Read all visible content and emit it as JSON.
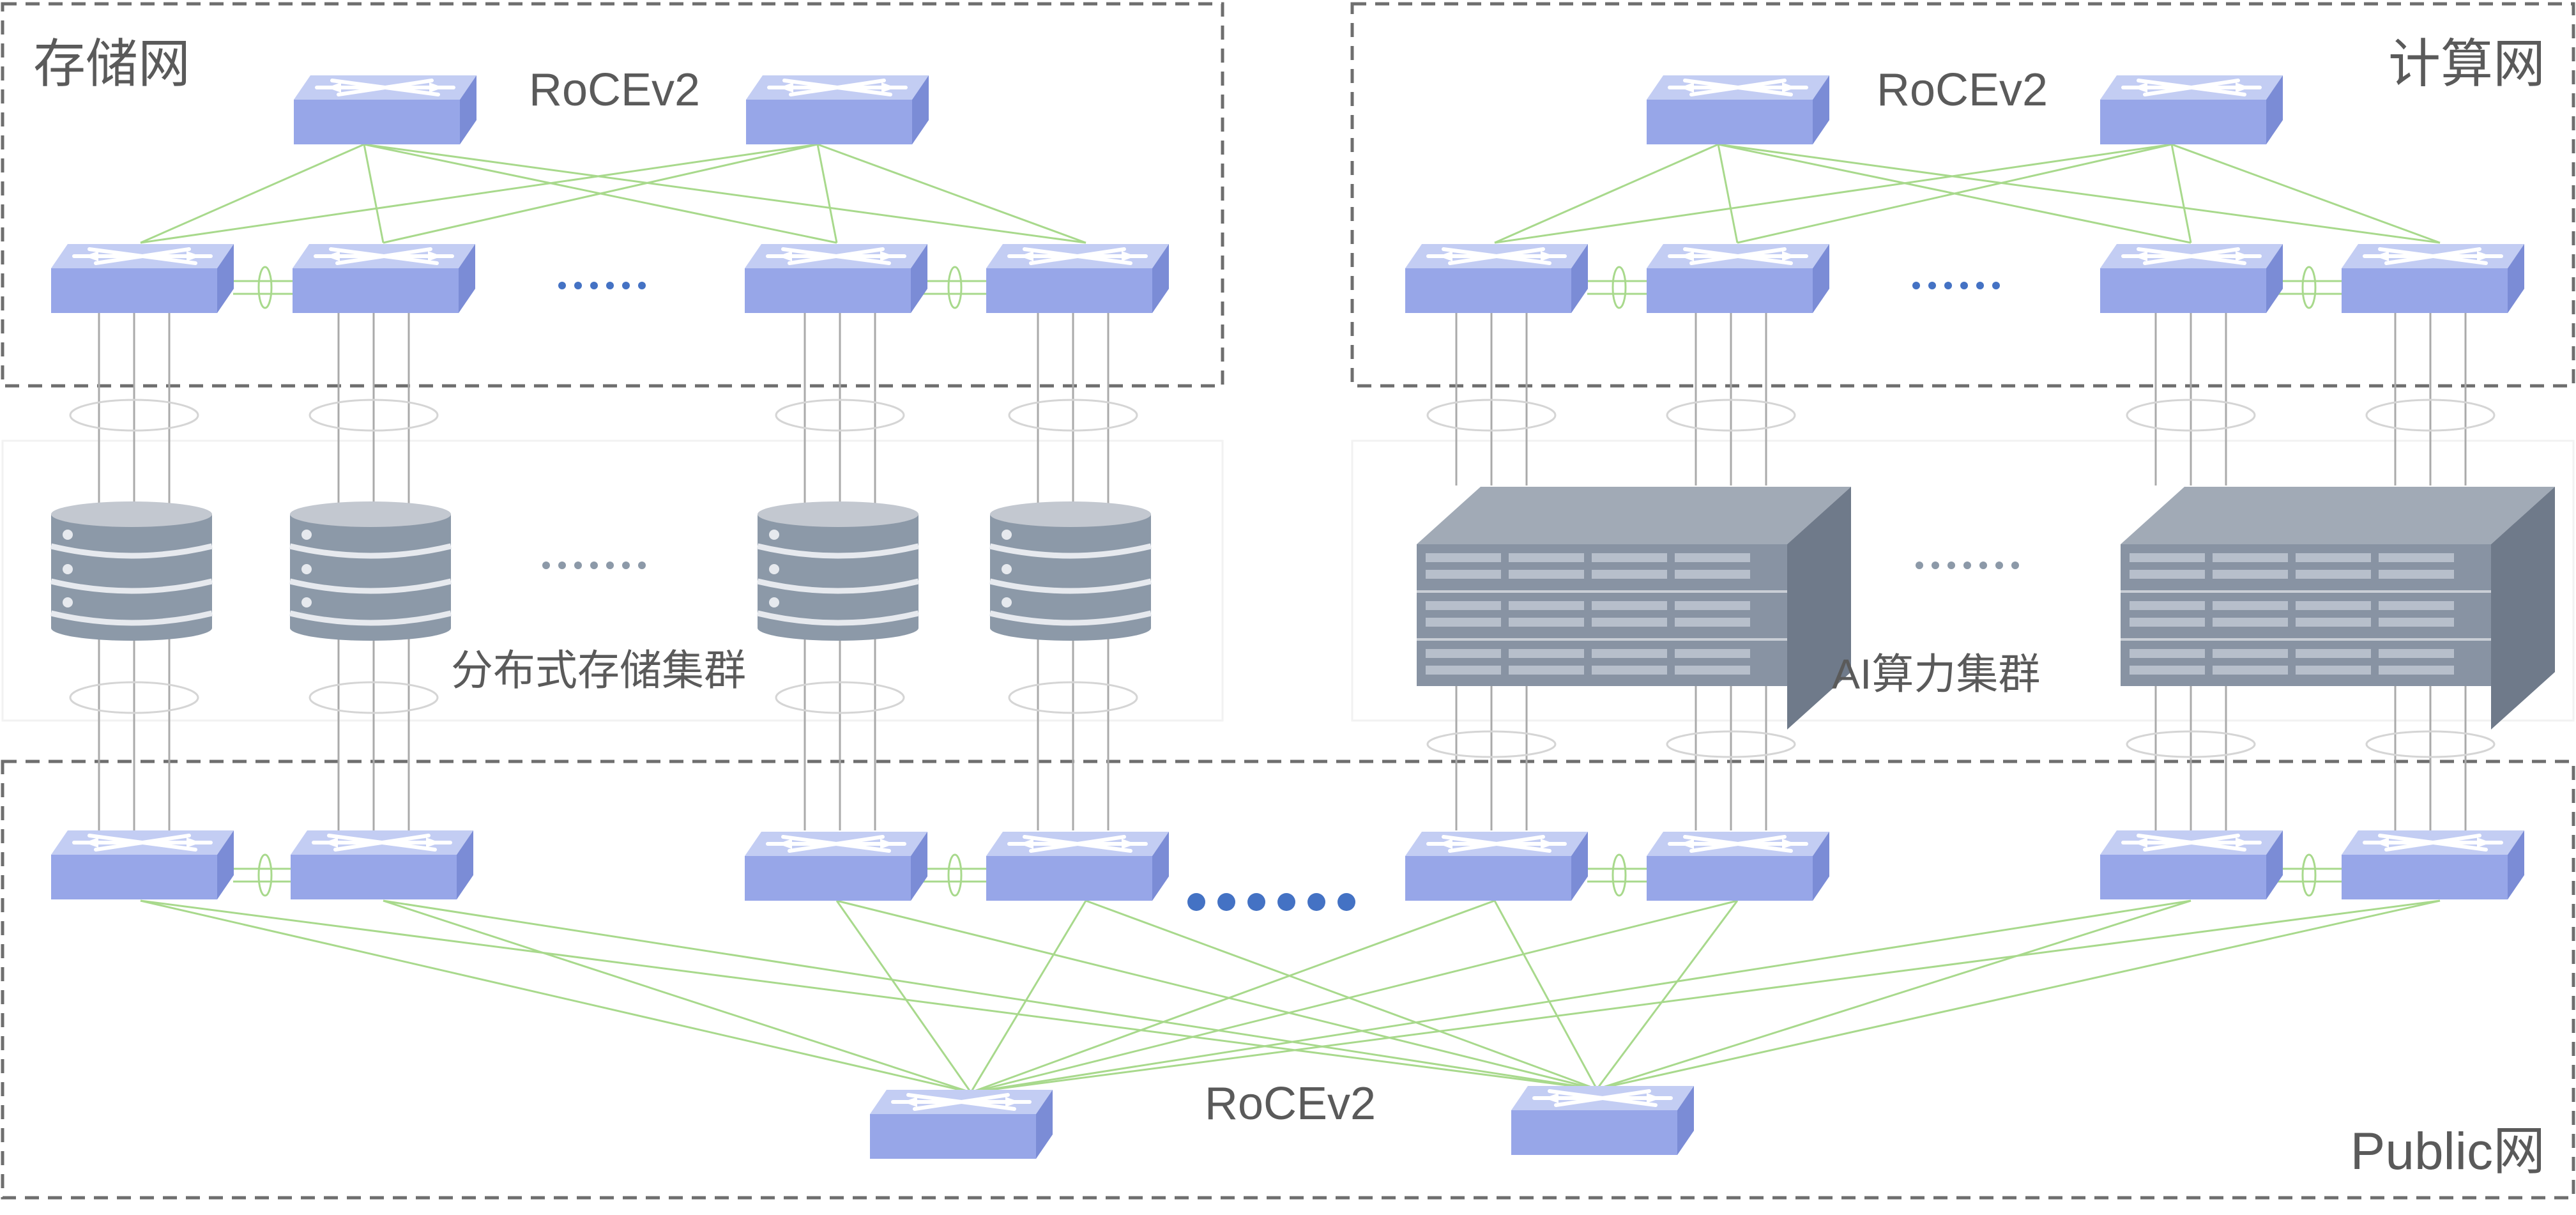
{
  "regions": {
    "storage_net": "存储网",
    "compute_net": "计算网",
    "public_net": "Public网"
  },
  "protocol_labels": {
    "storage": "RoCEv2",
    "compute": "RoCEv2",
    "public": "RoCEv2"
  },
  "clusters": {
    "storage": "分布式存储集群",
    "compute": "AI算力集群"
  },
  "colors": {
    "switch_top": "#c3cdf3",
    "switch_front": "#97a6e8",
    "switch_side": "#7b8cd6",
    "mesh_line": "#a8d98c",
    "link_line": "#aaaaaa",
    "ellipsis_dot": "#4472c4",
    "dashed_border": "#6e6e6e",
    "storage_top": "#c3c8d0",
    "storage_body": "#8c99a8",
    "server_top": "#a1aab6",
    "server_front": "#8893a3"
  },
  "icons": [
    "switch-icon",
    "storage-disk-icon",
    "server-rack-icon"
  ]
}
